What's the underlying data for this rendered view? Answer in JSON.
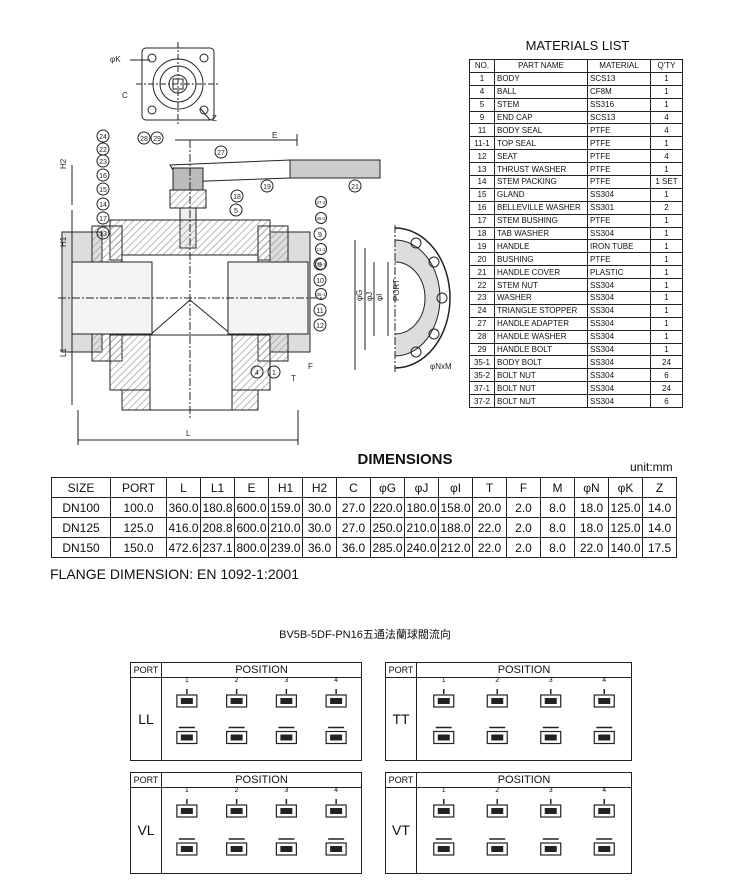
{
  "materials_list": {
    "title": "MATERIALS LIST",
    "headers": [
      "NO.",
      "PART NAME",
      "MATERIAL",
      "Q'TY"
    ],
    "rows": [
      [
        "1",
        "BODY",
        "SCS13",
        "1"
      ],
      [
        "4",
        "BALL",
        "CF8M",
        "1"
      ],
      [
        "5",
        "STEM",
        "SS316",
        "1"
      ],
      [
        "9",
        "END CAP",
        "SCS13",
        "4"
      ],
      [
        "11",
        "BODY SEAL",
        "PTFE",
        "4"
      ],
      [
        "11-1",
        "TOP SEAL",
        "PTFE",
        "1"
      ],
      [
        "12",
        "SEAT",
        "PTFE",
        "4"
      ],
      [
        "13",
        "THRUST WASHER",
        "PTFE",
        "1"
      ],
      [
        "14",
        "STEM PACKING",
        "PTFE",
        "1 SET"
      ],
      [
        "15",
        "GLAND",
        "SS304",
        "1"
      ],
      [
        "16",
        "BELLEVILLE WASHER",
        "SS301",
        "2"
      ],
      [
        "17",
        "STEM BUSHING",
        "PTFE",
        "1"
      ],
      [
        "18",
        "TAB WASHER",
        "SS304",
        "1"
      ],
      [
        "19",
        "HANDLE",
        "IRON TUBE",
        "1"
      ],
      [
        "20",
        "BUSHING",
        "PTFE",
        "1"
      ],
      [
        "21",
        "HANDLE  COVER",
        "PLASTIC",
        "1"
      ],
      [
        "22",
        "STEM NUT",
        "SS304",
        "1"
      ],
      [
        "23",
        "WASHER",
        "SS304",
        "1"
      ],
      [
        "24",
        "TRIANGLE STOPPER",
        "SS304",
        "1"
      ],
      [
        "27",
        "HANDLE ADAPTER",
        "SS304",
        "1"
      ],
      [
        "28",
        "HANDLE WASHER",
        "SS304",
        "1"
      ],
      [
        "29",
        "HANDLE BOLT",
        "SS304",
        "1"
      ],
      [
        "35-1",
        "BODY BOLT",
        "SS304",
        "24"
      ],
      [
        "35-2",
        "BOLT  NUT",
        "SS304",
        "6"
      ],
      [
        "37-1",
        "BOLT  NUT",
        "SS304",
        "24"
      ],
      [
        "37-2",
        "BOLT  NUT",
        "SS304",
        "6"
      ]
    ]
  },
  "dimensions": {
    "title": "DIMENSIONS",
    "unit": "unit:mm",
    "headers": [
      "SIZE",
      "PORT",
      "L",
      "L1",
      "E",
      "H1",
      "H2",
      "C",
      "φG",
      "φJ",
      "φI",
      "T",
      "F",
      "M",
      "φN",
      "φK",
      "Z"
    ],
    "rows": [
      [
        "DN100",
        "100.0",
        "360.0",
        "180.8",
        "600.0",
        "159.0",
        "30.0",
        "27.0",
        "220.0",
        "180.0",
        "158.0",
        "20.0",
        "2.0",
        "8.0",
        "18.0",
        "125.0",
        "14.0"
      ],
      [
        "DN125",
        "125.0",
        "416.0",
        "208.8",
        "600.0",
        "210.0",
        "30.0",
        "27.0",
        "250.0",
        "210.0",
        "188.0",
        "22.0",
        "2.0",
        "8.0",
        "18.0",
        "125.0",
        "14.0"
      ],
      [
        "DN150",
        "150.0",
        "472.6",
        "237.1",
        "800.0",
        "239.0",
        "36.0",
        "36.0",
        "285.0",
        "240.0",
        "212.0",
        "22.0",
        "2.0",
        "8.0",
        "22.0",
        "140.0",
        "17.5"
      ]
    ]
  },
  "flange_note": "FLANGE DIMENSION: EN 1092-1:2001",
  "flow_title": "BV5B-5DF-PN16五通法蘭球閥流向",
  "drawing_labels": {
    "phiK": "φK",
    "C": "C",
    "Z": "Z",
    "E": "E",
    "H2": "H2",
    "H1": "H1",
    "L1": "L1",
    "L": "L",
    "T": "T",
    "F": "F",
    "phiG": "φG",
    "phiJ": "φJ",
    "phiI": "φI",
    "PORT": "PORT",
    "NxM": "φNxM",
    "bubbles": [
      "24",
      "22",
      "23",
      "16",
      "15",
      "14",
      "17",
      "13",
      "28",
      "29",
      "27",
      "19",
      "21",
      "18",
      "5",
      "9",
      "9",
      "10",
      "11",
      "12",
      "1",
      "4",
      "37-2",
      "35-2",
      "11-1",
      "35-1",
      "37-1"
    ]
  },
  "flow_panels": [
    {
      "port": "PORT",
      "position": "POSITION",
      "code": "LL",
      "numbers": [
        "1",
        "2",
        "3",
        "4"
      ]
    },
    {
      "port": "PORT",
      "position": "POSITION",
      "code": "TT",
      "numbers": [
        "1",
        "2",
        "3",
        "4"
      ]
    },
    {
      "port": "PORT",
      "position": "POSITION",
      "code": "VL",
      "numbers": [
        "1",
        "2",
        "3",
        "4"
      ]
    },
    {
      "port": "PORT",
      "position": "POSITION",
      "code": "VT",
      "numbers": [
        "1",
        "2",
        "3",
        "4"
      ]
    }
  ],
  "colors": {
    "line": "#222222",
    "hatch": "#999999",
    "fill": "#d8d8d8"
  }
}
